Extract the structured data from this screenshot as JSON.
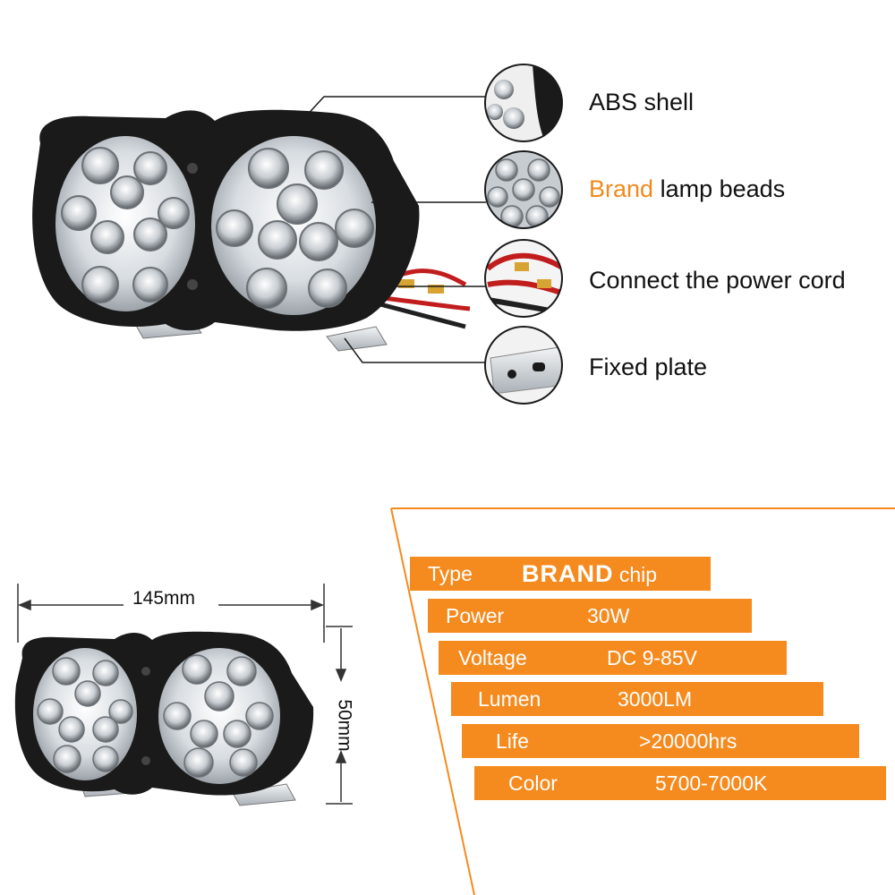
{
  "callouts": [
    {
      "label": "ABS shell"
    },
    {
      "accent": "Brand",
      "label": "lamp beads"
    },
    {
      "label": "Connect the power cord"
    },
    {
      "label": "Fixed plate"
    }
  ],
  "dimensions": {
    "width": "145mm",
    "height": "50mm"
  },
  "specs": [
    {
      "key": "Type",
      "brand": "BRAND",
      "value": "chip"
    },
    {
      "key": "Power",
      "value": "30W"
    },
    {
      "key": "Voltage",
      "value": "DC 9-85V"
    },
    {
      "key": "Lumen",
      "value": "3000LM"
    },
    {
      "key": "Life",
      "value": ">20000hrs"
    },
    {
      "key": "Color",
      "value": "5700-7000K"
    }
  ],
  "colors": {
    "accent": "#f08a1c",
    "bar": "#f58a1e",
    "housing": "#1a1a1a"
  }
}
